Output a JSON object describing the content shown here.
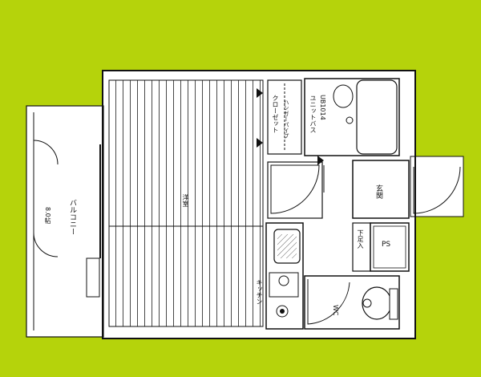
{
  "labels": {
    "balcony": "バルコニー",
    "room_type": "洋室",
    "room_size": "8.0帖",
    "closet": "クローゼット",
    "closet_sub": "ハンガーパイプ",
    "unit_bath_title": "ユニットバス",
    "unit_bath_model": "UB1014",
    "entrance": "玄関",
    "shoe_box": "下足入",
    "ps": "PS",
    "wc": "WC",
    "kitchen": "キッチン"
  },
  "colors": {
    "background": "#b5d30b",
    "paper": "#ffffff",
    "line": "#111111"
  }
}
